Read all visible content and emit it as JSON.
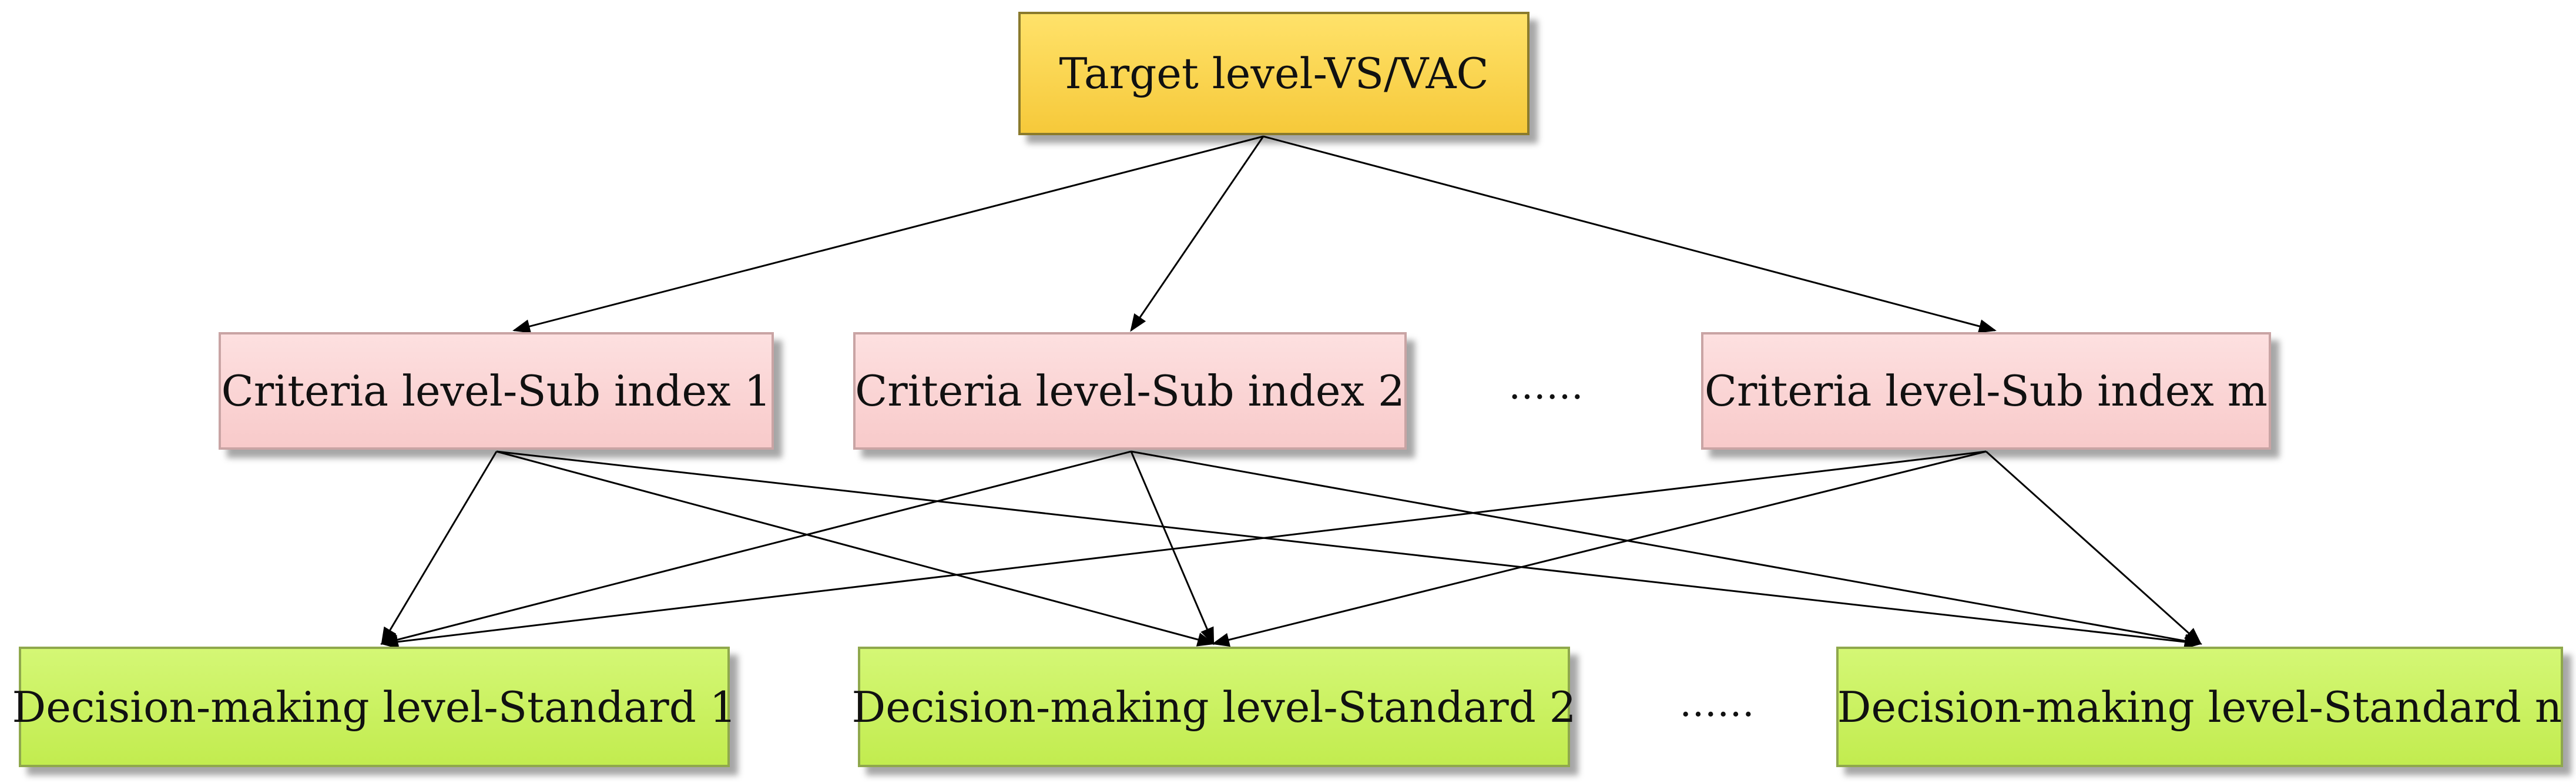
{
  "target": {
    "label": "Target level-VS/VAC",
    "color": "#f7cf45"
  },
  "criteria": {
    "items": [
      {
        "label": "Criteria level-Sub index 1"
      },
      {
        "label": "Criteria level-Sub index 2"
      },
      {
        "label": "Criteria level-Sub index m"
      }
    ],
    "ellipsis": "……",
    "color": "#fbd3d3"
  },
  "decision": {
    "items": [
      {
        "label": "Decision-making level-Standard 1"
      },
      {
        "label": "Decision-making level-Standard 2"
      },
      {
        "label": "Decision-making level-Standard n"
      }
    ],
    "ellipsis": "……",
    "color": "#c9f15c"
  },
  "edges": [
    {
      "from": "target",
      "to": "criteria-1"
    },
    {
      "from": "target",
      "to": "criteria-2"
    },
    {
      "from": "target",
      "to": "criteria-m"
    },
    {
      "from": "criteria-1",
      "to": "decision-1"
    },
    {
      "from": "criteria-1",
      "to": "decision-2"
    },
    {
      "from": "criteria-1",
      "to": "decision-n"
    },
    {
      "from": "criteria-2",
      "to": "decision-1"
    },
    {
      "from": "criteria-2",
      "to": "decision-2"
    },
    {
      "from": "criteria-2",
      "to": "decision-n"
    },
    {
      "from": "criteria-m",
      "to": "decision-1"
    },
    {
      "from": "criteria-m",
      "to": "decision-2"
    },
    {
      "from": "criteria-m",
      "to": "decision-n"
    }
  ]
}
